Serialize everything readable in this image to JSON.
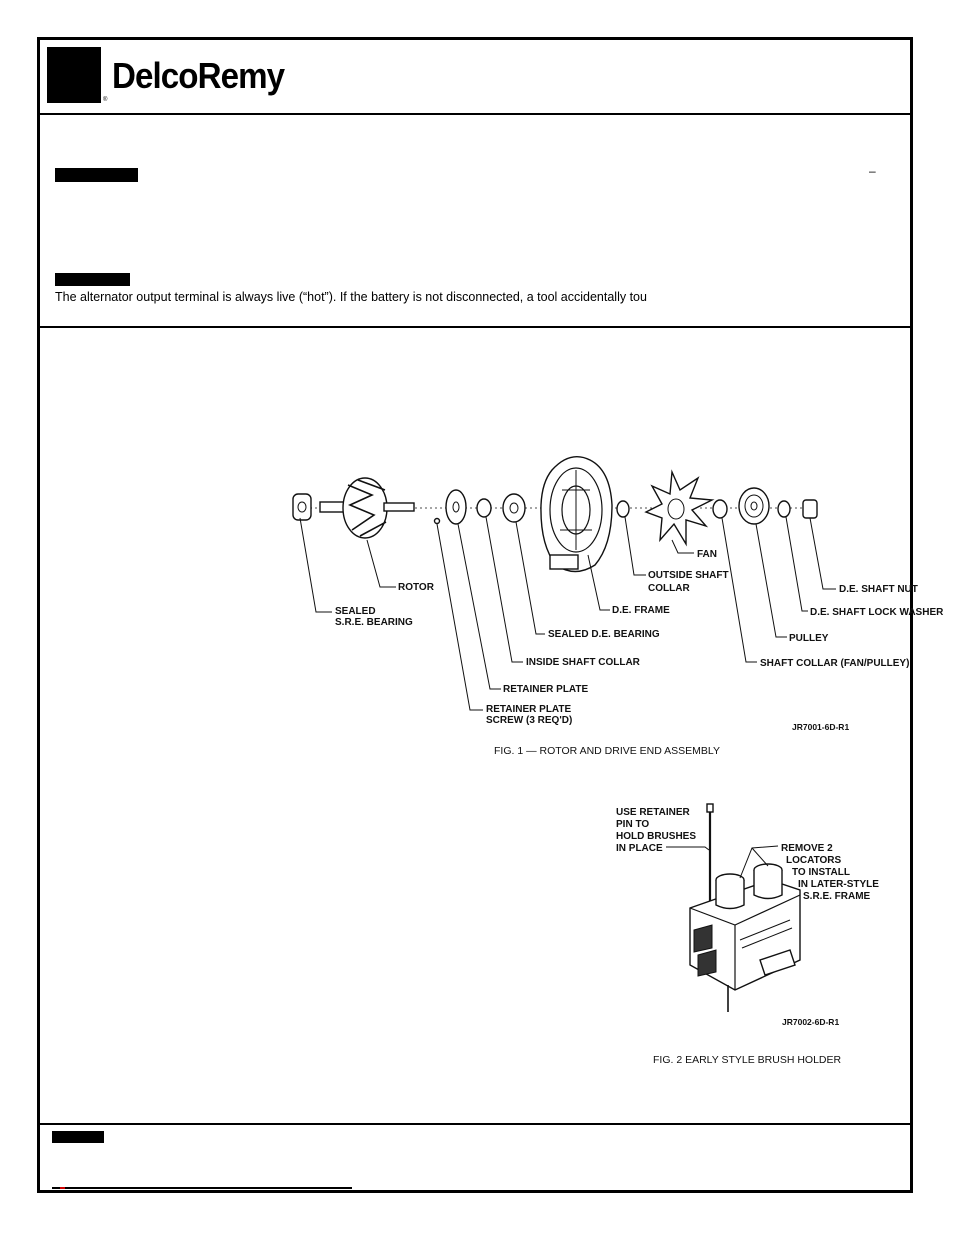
{
  "brand": {
    "name": "DelcoRemy",
    "registered": "®"
  },
  "warning": {
    "text": "The alternator output terminal is always live (“hot”).  If the battery is not disconnected, a tool accidentally tou"
  },
  "stray_dash": "–",
  "fig1": {
    "labels": {
      "sealed_sre_1": "SEALED",
      "sealed_sre_2": "S.R.E. BEARING",
      "rotor": "ROTOR",
      "retainer_screw_1": "RETAINER PLATE",
      "retainer_screw_2": "SCREW (3 REQ'D)",
      "retainer_plate": "RETAINER PLATE",
      "inside_collar": "INSIDE SHAFT COLLAR",
      "sealed_de": "SEALED D.E. BEARING",
      "de_frame": "D.E. FRAME",
      "outside_collar_1": "OUTSIDE SHAFT",
      "outside_collar_2": "COLLAR",
      "fan": "FAN",
      "shaft_collar": "SHAFT COLLAR (FAN/PULLEY)",
      "pulley": "PULLEY",
      "lock_washer": "D.E. SHAFT LOCK WASHER",
      "nut": "D.E. SHAFT NUT",
      "code": "JR7001-6D-R1"
    },
    "caption": "FIG. 1 — ROTOR AND DRIVE END ASSEMBLY"
  },
  "fig2": {
    "labels": {
      "retainer_1": "USE RETAINER",
      "retainer_2": "PIN TO",
      "retainer_3": "HOLD BRUSHES",
      "retainer_4": "IN PLACE",
      "locators_1": "REMOVE 2",
      "locators_2": "LOCATORS",
      "locators_3": "TO INSTALL",
      "locators_4": "IN LATER-STYLE",
      "locators_5": "S.R.E. FRAME",
      "code": "JR7002-6D-R1"
    },
    "caption": "FIG. 2  EARLY STYLE BRUSH HOLDER"
  },
  "colors": {
    "frame": "#000000",
    "accent_mark": "#cc0000"
  }
}
